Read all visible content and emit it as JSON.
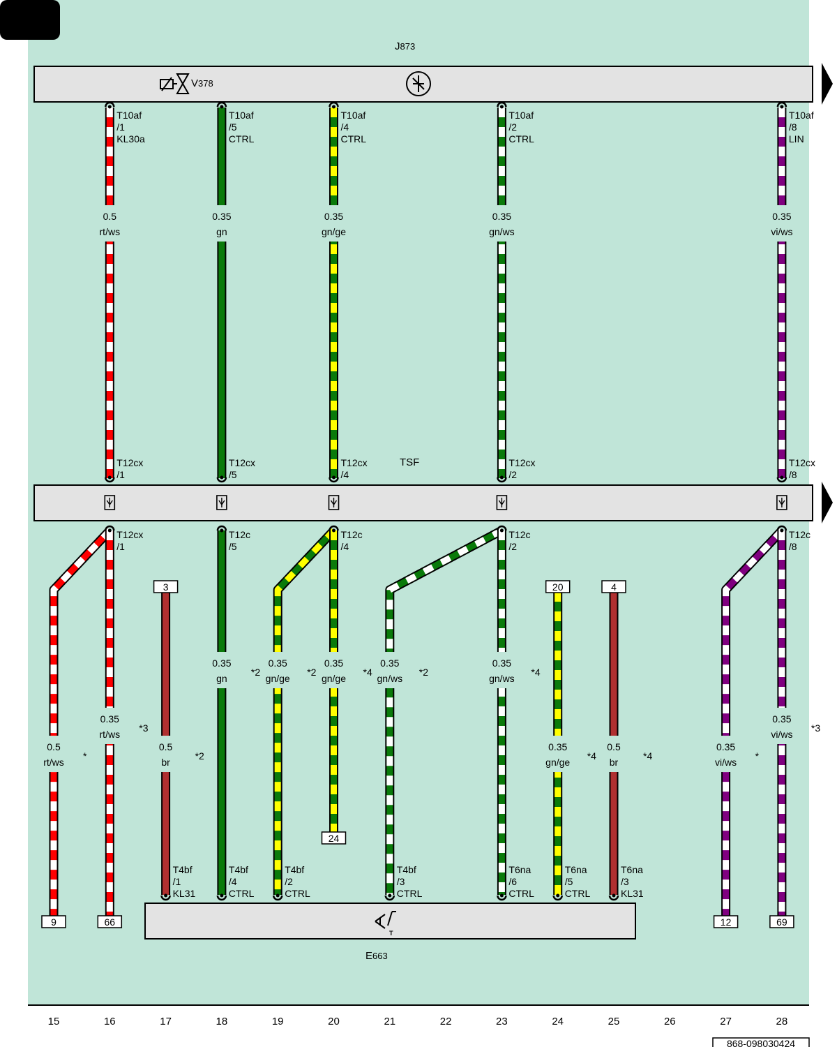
{
  "diagram_id": "868-098030424",
  "components": {
    "J873": {
      "name": "J",
      "sub": "873"
    },
    "V378": {
      "name": "V",
      "sub": "378"
    },
    "TSF": {
      "name": "TSF"
    },
    "E663": {
      "name": "E",
      "sub": "663"
    }
  },
  "colors": {
    "background": "#c0e5d8",
    "box_fill": "#e3e3e3",
    "rt": "#ff0000",
    "ws": "#ffffff",
    "gn": "#0a7a0a",
    "ge": "#ffff00",
    "vi": "#800080",
    "br": "#b03030"
  },
  "top_wires": [
    {
      "column": 16,
      "pin_top": [
        "T10af",
        "/1",
        "KL30a"
      ],
      "size": "0.5",
      "color": "rt/ws",
      "pin_bot": [
        "T12cx",
        "/1"
      ]
    },
    {
      "column": 18,
      "pin_top": [
        "T10af",
        "/5",
        "CTRL"
      ],
      "size": "0.35",
      "color": "gn",
      "pin_bot": [
        "T12cx",
        "/5"
      ]
    },
    {
      "column": 20,
      "pin_top": [
        "T10af",
        "/4",
        "CTRL"
      ],
      "size": "0.35",
      "color": "gn/ge",
      "pin_bot": [
        "T12cx",
        "/4"
      ]
    },
    {
      "column": 23,
      "pin_top": [
        "T10af",
        "/2",
        "CTRL"
      ],
      "size": "0.35",
      "color": "gn/ws",
      "pin_bot": [
        "T12cx",
        "/2"
      ]
    },
    {
      "column": 28,
      "pin_top": [
        "T10af",
        "/8",
        "LIN"
      ],
      "size": "0.35",
      "color": "vi/ws",
      "pin_bot": [
        "T12cx",
        "/8"
      ]
    }
  ],
  "bottom_pins": [
    {
      "column": 16,
      "lines": [
        "T12cx",
        "/1"
      ]
    },
    {
      "column": 18,
      "lines": [
        "T12c",
        "/5"
      ]
    },
    {
      "column": 20,
      "lines": [
        "T12c",
        "/4"
      ]
    },
    {
      "column": 23,
      "lines": [
        "T12c",
        "/2"
      ]
    },
    {
      "column": 28,
      "lines": [
        "T12c",
        "/8"
      ]
    }
  ],
  "bottom_wires": [
    {
      "column": 15,
      "size": "0.5",
      "color": "rt/ws",
      "note": "*",
      "ref": "9"
    },
    {
      "column": 16,
      "size": "0.35",
      "color": "rt/ws",
      "note": "*3",
      "ref": "66"
    },
    {
      "column": 17,
      "size": "0.5",
      "color": "br",
      "note": "*2",
      "ref_top": "3",
      "pin": [
        "T4bf",
        "/1",
        "KL31"
      ]
    },
    {
      "column": 18,
      "size": "0.35",
      "color": "gn",
      "note": "*2",
      "pin": [
        "T4bf",
        "/4",
        "CTRL"
      ]
    },
    {
      "column": 19,
      "size": "0.35",
      "color": "gn/ge",
      "note": "*2",
      "pin": [
        "T4bf",
        "/2",
        "CTRL"
      ]
    },
    {
      "column": 20,
      "size": "0.35",
      "color": "gn/ge",
      "note": "*4",
      "ref": "24"
    },
    {
      "column": 21,
      "size": "0.35",
      "color": "gn/ws",
      "note": "*2",
      "pin": [
        "T4bf",
        "/3",
        "CTRL"
      ]
    },
    {
      "column": 23,
      "size": "0.35",
      "color": "gn/ws",
      "note": "*4",
      "pin": [
        "T6na",
        "/6",
        "CTRL"
      ]
    },
    {
      "column": 24,
      "size": "0.35",
      "color": "gn/ge",
      "note": "*4",
      "ref_top": "20",
      "pin": [
        "T6na",
        "/5",
        "CTRL"
      ]
    },
    {
      "column": 25,
      "size": "0.5",
      "color": "br",
      "note": "*4",
      "ref_top": "4",
      "pin": [
        "T6na",
        "/3",
        "KL31"
      ]
    },
    {
      "column": 27,
      "size": "0.35",
      "color": "vi/ws",
      "note": "*",
      "ref": "12"
    },
    {
      "column": 28,
      "size": "0.35",
      "color": "vi/ws",
      "note": "*3",
      "ref": "69"
    }
  ],
  "columns": [
    "15",
    "16",
    "17",
    "18",
    "19",
    "20",
    "21",
    "22",
    "23",
    "24",
    "25",
    "26",
    "27",
    "28"
  ]
}
